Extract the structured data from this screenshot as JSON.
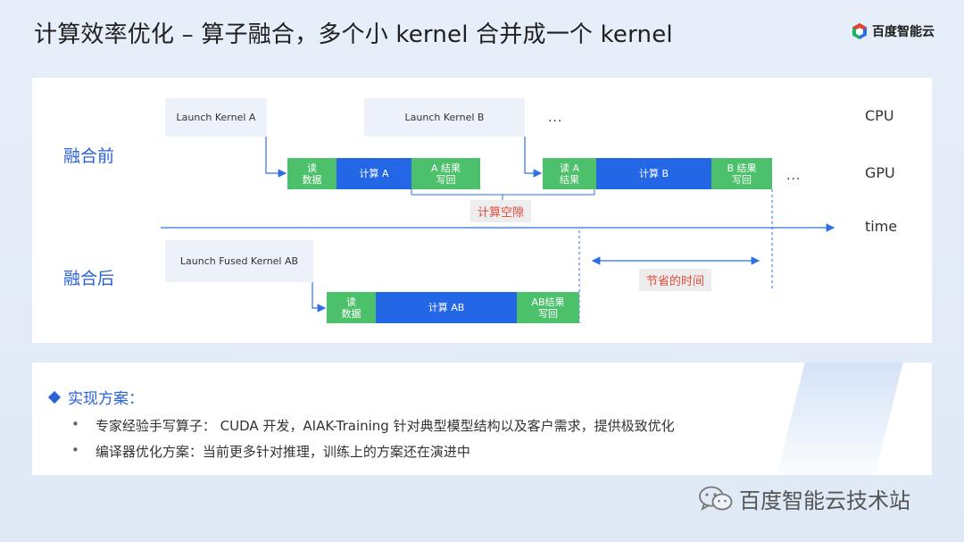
{
  "title": "计算效率优化 – 算子融合，多个小 kernel 合并成一个 kernel",
  "logo": {
    "text": "百度智能云"
  },
  "diagram": {
    "row_before": "融合前",
    "row_after": "融合后",
    "label_cpu": "CPU",
    "label_gpu": "GPU",
    "label_time": "time",
    "ellipsis": "...",
    "launch_a": "Launch Kernel A",
    "launch_b": "Launch Kernel B",
    "launch_ab": "Launch Fused Kernel AB",
    "seg_read_1": "读\n数据",
    "seg_compute_a": "计算 A",
    "seg_write_a": "A 结果\n写回",
    "seg_read_a": "读 A\n结果",
    "seg_compute_b": "计算 B",
    "seg_write_b": "B 结果\n写回",
    "seg_read_2": "读\n数据",
    "seg_compute_ab": "计算 AB",
    "seg_write_ab": "AB结果\n写回",
    "gap_label": "计算空隙",
    "saved_label": "节省的时间",
    "colors": {
      "green": "#4cc06a",
      "blue": "#2367e6",
      "label_blue": "#2a62d6",
      "label_red": "#e34b3c"
    }
  },
  "solution": {
    "title": "实现方案：",
    "bullets": [
      "专家经验手写算子： CUDA 开发，AIAK-Training 针对典型模型结构以及客户需求，提供极致优化",
      "编译器优化方案：当前更多针对推理，训练上的方案还在演进中"
    ]
  },
  "watermark": {
    "text": "百度智能云技术站",
    "icon": "wechat-icon"
  }
}
